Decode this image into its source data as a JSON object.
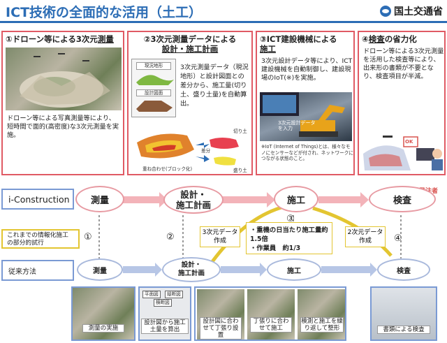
{
  "header": {
    "title": "ICT技術の全面的な活用（土工）",
    "ministry": "国土交通省"
  },
  "panels": [
    {
      "num": "①",
      "title_pre": "ドローン等による3次元",
      "title_ul": "測量",
      "body": "ドローン等による写真測量等により、短時間で面的(高密度)な3次元測量を実施。"
    },
    {
      "num": "②",
      "title_pre": "3次元測量データによる",
      "title_ul": "設計・施工計画",
      "body": "3次元測量データ（現況地形）と設計図面との差分から、施工量(切り土、盛り土量)を自動算出。",
      "card_labels": [
        "現況地形",
        "設計図面"
      ],
      "map_labels": [
        "重ね合わせ(ブロック化)",
        "切り土",
        "盛り土",
        "差分"
      ]
    },
    {
      "num": "③",
      "title_pre": "ICT建設機械による",
      "title_ul": "施工",
      "body": "3次元設計データ等により、ICT建設機械を自動制御し、建設現場のIoT(※)を実施。",
      "overlay": "3次元設計データを入力",
      "note": "※IoT (Internet of Things)とは、様々なモノにセンサーなどが付され、ネットワークにつながる状態のこと。"
    },
    {
      "num": "④",
      "title_ul": "検査",
      "title_post": "の省力化",
      "body": "ドローン等による3次元測量を活用した検査等により、出来形の書類が不要となり、検査項目が半減。",
      "ok": "OK",
      "orderer": "発注者"
    }
  ],
  "flow": {
    "row_label": "i-Construction",
    "stages": [
      "測量",
      "設計・\n施工計画",
      "施工",
      "検査"
    ],
    "trial_label": "これまでの情報化施工の部分的試行",
    "nums": [
      "①",
      "②",
      "③",
      "④"
    ],
    "data_label_1": "3次元データ作成",
    "data_label_2": "2次元データ作成",
    "effects": [
      "・重機の日当たり施工量約1.5倍",
      "・作業員　約1/3"
    ],
    "conv_label": "従来方法",
    "conv_stages": [
      "測量",
      "設計・\n施工計画",
      "施工",
      "検査"
    ]
  },
  "photos": {
    "captions": [
      "測量の実施",
      "設計図から施工土量を算出",
      "設計図に合わせて丁張り設置",
      "丁張りに合わせて施工",
      "検測と施工を繰り返して整形",
      "書類による検査"
    ],
    "doc_labels": [
      "平面図",
      "縦断図",
      "横断図"
    ]
  }
}
